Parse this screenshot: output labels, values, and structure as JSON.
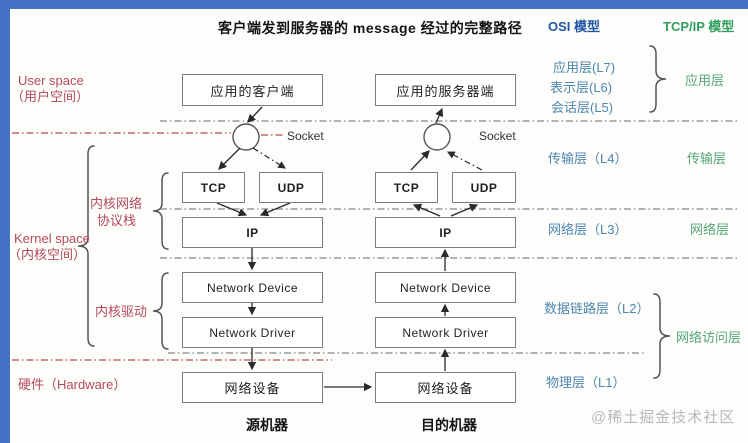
{
  "title": "客户端发到服务器的 message 经过的完整路径",
  "headers": {
    "osi": "OSI 模型",
    "tcpip": "TCP/IP 模型"
  },
  "left": {
    "user_space_en": "User space",
    "user_space_zh": "（用户空间）",
    "kernel_space_en": "Kernel space",
    "kernel_space_zh": "（内核空间）",
    "kernel_stack_line1": "内核网络",
    "kernel_stack_line2": "协议栈",
    "kernel_driver": "内核驱动",
    "hardware": "硬件（Hardware）"
  },
  "source": {
    "app": "应用的客户端",
    "socket": "Socket",
    "tcp": "TCP",
    "udp": "UDP",
    "ip": "IP",
    "device": "Network Device",
    "driver": "Network Driver",
    "nic": "网络设备",
    "name": "源机器"
  },
  "dest": {
    "app": "应用的服务器端",
    "socket": "Socket",
    "tcp": "TCP",
    "udp": "UDP",
    "ip": "IP",
    "device": "Network Device",
    "driver": "Network Driver",
    "nic": "网络设备",
    "name": "目的机器"
  },
  "osi_layers": [
    "应用层(L7)",
    "表示层(L6)",
    "会话层(L5)",
    "传输层（L4）",
    "网络层（L3）",
    "数据链路层（L2）",
    "物理层（L1）"
  ],
  "tcpip_layers": [
    "应用层",
    "传输层",
    "网络层",
    "网络访问层"
  ],
  "watermark": "@稀土掘金技术社区",
  "colors": {
    "frame_blue": "#4472c4",
    "label_red": "#b5495b",
    "osi_header_blue": "#2155a3",
    "osi_layer_blue": "#4e86ad",
    "tcpip_header_green": "#2e9e5c",
    "tcpip_layer_green": "#56a578",
    "box_border_gray": "#7c7c7c",
    "separator_gray": "#9a9a9a",
    "separator_red": "#bf6a6a"
  }
}
